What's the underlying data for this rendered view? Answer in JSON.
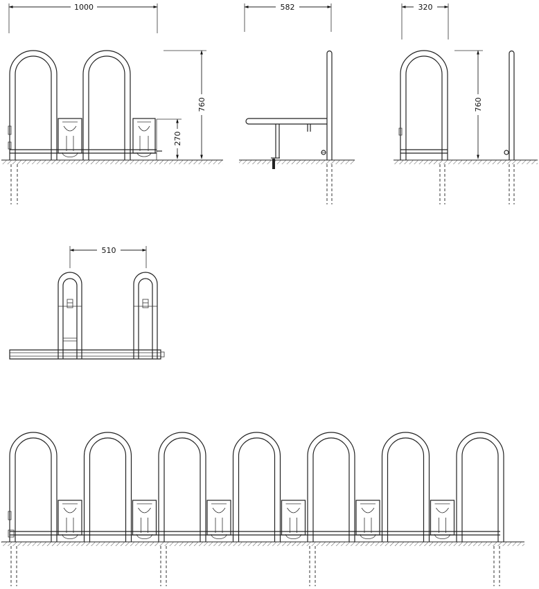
{
  "dimensions": {
    "front_width": "1000",
    "side_depth": "582",
    "end_width": "320",
    "front_height": "760",
    "holder_height": "270",
    "end_height": "760",
    "plan_spacing": "510"
  }
}
